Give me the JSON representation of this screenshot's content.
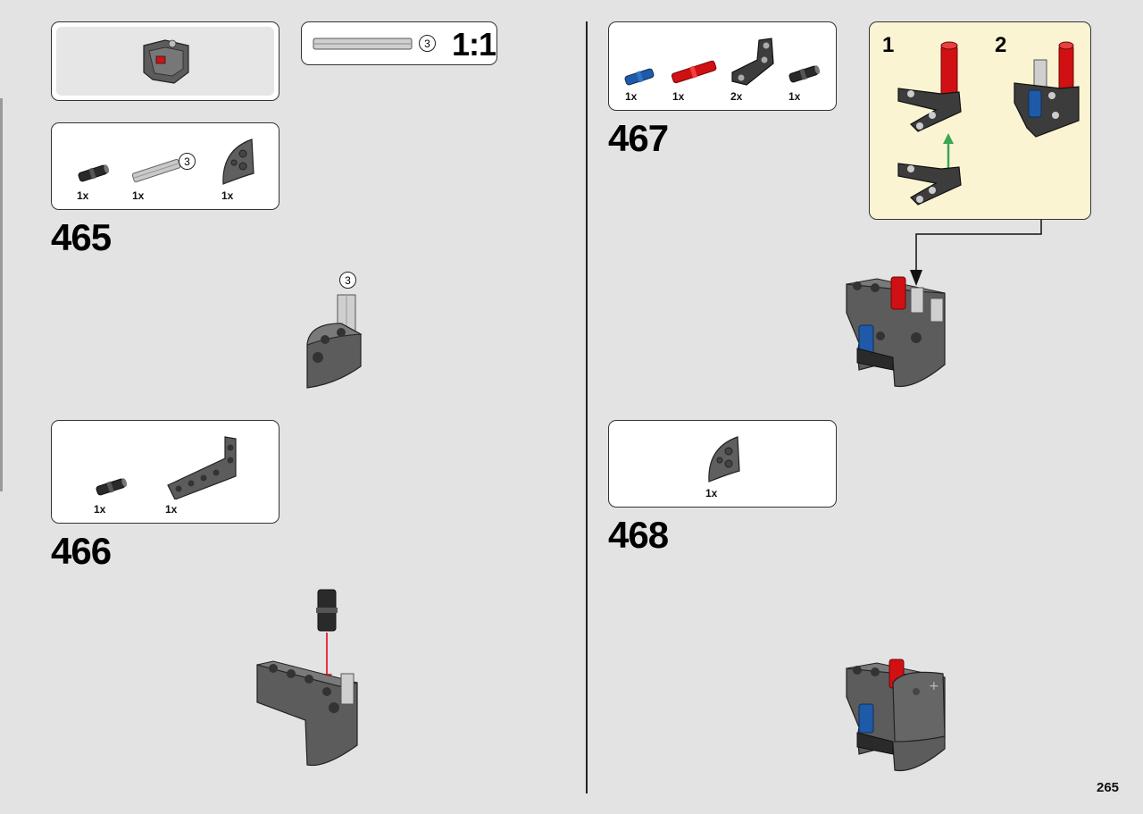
{
  "page_number": "265",
  "scale_box": {
    "length_label": "3",
    "scale_label": "1:1"
  },
  "steps": {
    "s465": {
      "number": "465",
      "parts": [
        "1x",
        "1x",
        "1x"
      ],
      "axle_length": "3",
      "callout": "3"
    },
    "s466": {
      "number": "466",
      "parts": [
        "1x",
        "1x"
      ]
    },
    "s467": {
      "number": "467",
      "parts": [
        "1x",
        "1x",
        "2x",
        "1x"
      ],
      "sub_steps": [
        "1",
        "2"
      ]
    },
    "s468": {
      "number": "468",
      "parts": [
        "1x"
      ]
    }
  },
  "colors": {
    "page_bg": "#e3e3e3",
    "callout_bg": "#fbf4d3",
    "dark_gray": "#5c5c5c",
    "light_gray": "#bdbdbd",
    "red": "#d01012",
    "blue": "#1e5aa8",
    "arrow_red": "#e8303c",
    "arrow_green": "#3aa655"
  }
}
